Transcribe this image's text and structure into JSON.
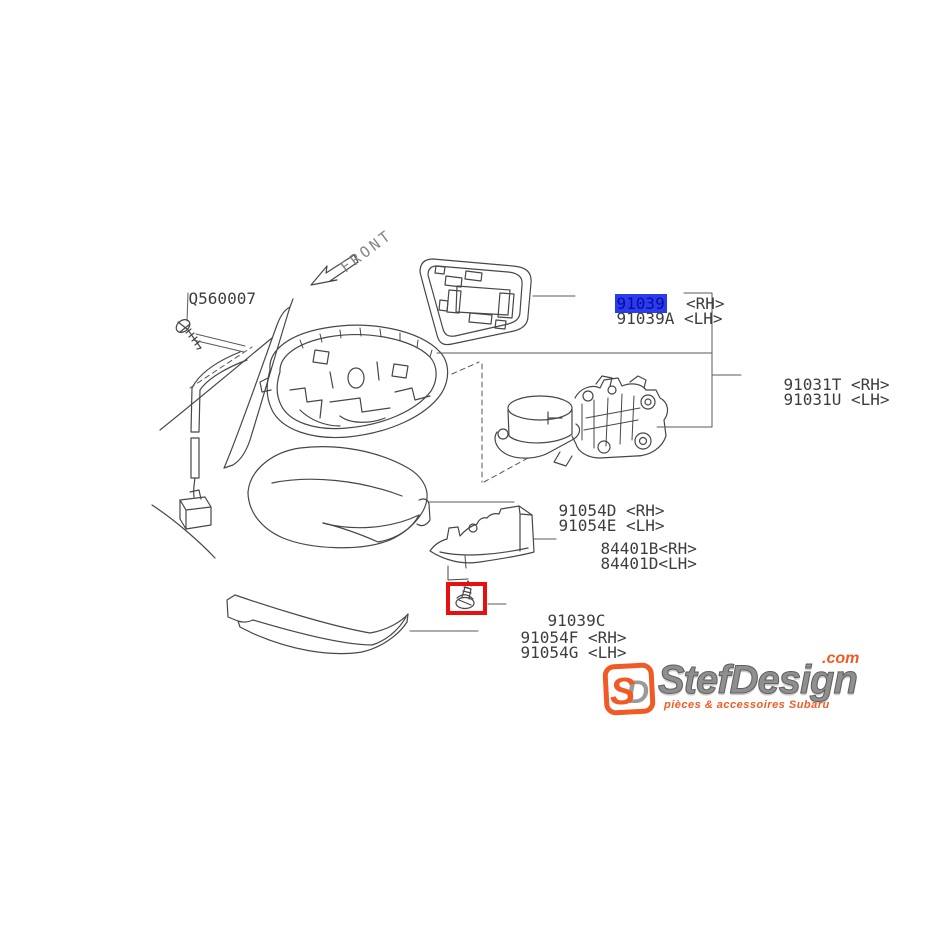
{
  "diagram": {
    "front_label": "FRONT",
    "parts": {
      "mount_screw": {
        "number": "Q560007"
      },
      "glass": {
        "rh_number": "91039",
        "rh_side": "  <RH>",
        "lh_number": "91039A",
        "lh_side": " <LH>"
      },
      "assembly": {
        "rh_number": "91031T",
        "rh_side": " <RH>",
        "lh_number": "91031U",
        "lh_side": " <LH>"
      },
      "cover": {
        "rh_number": "91054D",
        "rh_side": " <RH>",
        "lh_number": "91054E",
        "lh_side": " <LH>"
      },
      "turn_signal": {
        "rh_number": "84401B",
        "rh_side": "<RH>",
        "lh_number": "84401D",
        "lh_side": "<LH>"
      },
      "glass_screw": {
        "number": "91039C"
      },
      "lower_cover": {
        "rh_number": "91054F",
        "rh_side": " <RH>",
        "lh_number": "91054G",
        "lh_side": " <LH>"
      }
    },
    "colors": {
      "highlight_bg": "#2a3cec",
      "highlight_text": "#0a0ca0",
      "marker_red": "#e8100c",
      "line": "#474747",
      "label_text": "#3d3d3d"
    }
  },
  "watermark": {
    "brand": "StefDesign",
    "tld": ".com",
    "tagline": "pièces & accessoires Subaru",
    "monogram": "S",
    "orange": "#f15a24"
  }
}
